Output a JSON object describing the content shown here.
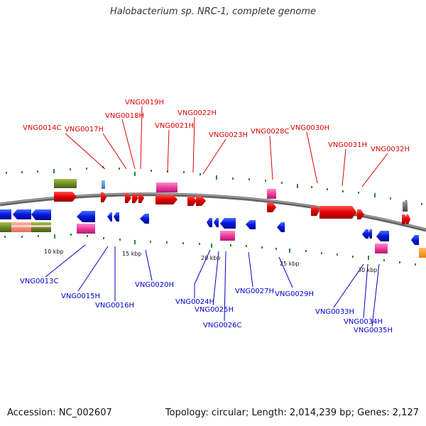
{
  "title": "Halobacterium sp. NRC-1, complete genome",
  "footer": {
    "accession": "Accession: NC_002607",
    "summary": "Topology: circular; Length: 2,014,239 bp; Genes: 2,127"
  },
  "colors": {
    "forward": "#dd0000",
    "reverse": "#0000cc",
    "backbone": "#777777",
    "ticks": "#228822",
    "pink": "#e0309a",
    "olive": "#6b8e23"
  },
  "kbp_markers": [
    "10 kbp",
    "15 kbp",
    "20 kbp",
    "25 kbp",
    "30 kbp"
  ],
  "top_labels": [
    "VNG0014C",
    "VNG0017H",
    "VNG0018H",
    "VNG0019H",
    "VNG0021H",
    "VNG0022H",
    "VNG0023H",
    "VNG0028C",
    "VNG0030H",
    "VNG0031H",
    "VNG0032H"
  ],
  "bottom_labels": [
    "VNG0013C",
    "VNG0015H",
    "VNG0016H",
    "VNG0020H",
    "VNG0024H",
    "VNG0025H",
    "VNG0026C",
    "VNG0027H",
    "VNG0029H",
    "VNG0033H",
    "VNG0034H",
    "VNG0035H"
  ]
}
